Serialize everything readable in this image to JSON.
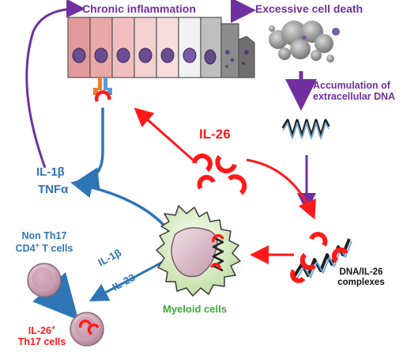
{
  "labels": {
    "chronic_inflammation": "Chronic inflammation",
    "excessive_cell_death": "Excessive cell death",
    "accumulation_line1": "Accumulation of",
    "accumulation_line2": "extracellular DNA",
    "il26": "IL-26",
    "il1b": "IL-1β",
    "tnfa": "TNFα",
    "non_th17_line1": "Non Th17",
    "non_th17_line2_prefix": "CD4",
    "non_th17_line2_sup": "+",
    "non_th17_line2_suffix": " T cells",
    "arrow_il1b": "IL-1β",
    "arrow_il23": "IL-23",
    "myeloid_cells": "Myeloid cells",
    "complex_line1": "DNA/IL-26",
    "complex_line2": "complexes",
    "th17_line1_prefix": "IL-26",
    "th17_line1_sup": "+",
    "th17_line2": "Th17 cells"
  },
  "colors": {
    "purple": "#7030a0",
    "blue": "#2e75b6",
    "red": "#ff1a1a",
    "green": "#3aaa35",
    "dna_blue": "#5b8fc9",
    "epithelial_pink": "#e8a9a6",
    "nucleus": "#6a4c93"
  },
  "icons": [
    "epithelium",
    "dying-cells",
    "dna-strand",
    "il26-cytokine",
    "receptor",
    "myeloid-cell",
    "t-cell",
    "th17-cell",
    "dna-il26-complex"
  ]
}
